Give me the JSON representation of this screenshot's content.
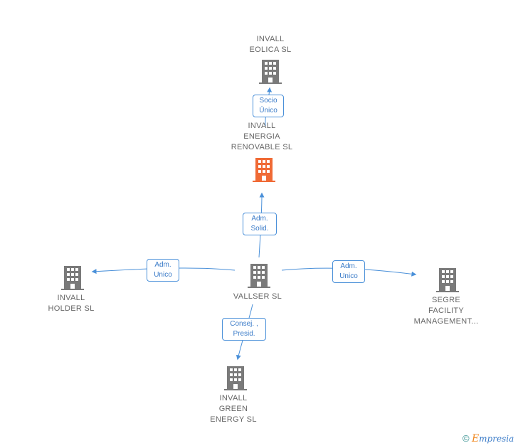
{
  "colors": {
    "node": "#7a7a7a",
    "focus_node": "#f06a35",
    "edge": "#4a90d9"
  },
  "nodes": {
    "invall_eolica": {
      "lines": [
        "INVALL",
        "EOLICA SL"
      ],
      "icon": "building-icon"
    },
    "invall_energia": {
      "lines": [
        "INVALL",
        "ENERGIA",
        "RENOVABLE SL"
      ],
      "icon": "building-icon"
    },
    "vallser": {
      "lines": [
        "VALLSER SL"
      ],
      "icon": "building-icon"
    },
    "invall_holder": {
      "lines": [
        "INVALL",
        "HOLDER SL"
      ],
      "icon": "building-icon"
    },
    "segre": {
      "lines": [
        "SEGRE",
        "FACILITY",
        "MANAGEMENT..."
      ],
      "icon": "building-icon"
    },
    "invall_green": {
      "lines": [
        "INVALL",
        "GREEN",
        "ENERGY SL"
      ],
      "icon": "building-icon"
    }
  },
  "edges": {
    "socio_unico": {
      "lines": [
        "Socio",
        "Único"
      ]
    },
    "adm_solid": {
      "lines": [
        "Adm.",
        "Solid."
      ]
    },
    "adm_unico_left": {
      "lines": [
        "Adm.",
        "Unico"
      ]
    },
    "adm_unico_right": {
      "lines": [
        "Adm.",
        "Unico"
      ]
    },
    "consej_presid": {
      "lines": [
        "Consej. ,",
        "Presid."
      ]
    }
  },
  "watermark": {
    "symbol": "©",
    "brand_first": "E",
    "brand_rest": "mpresia"
  }
}
